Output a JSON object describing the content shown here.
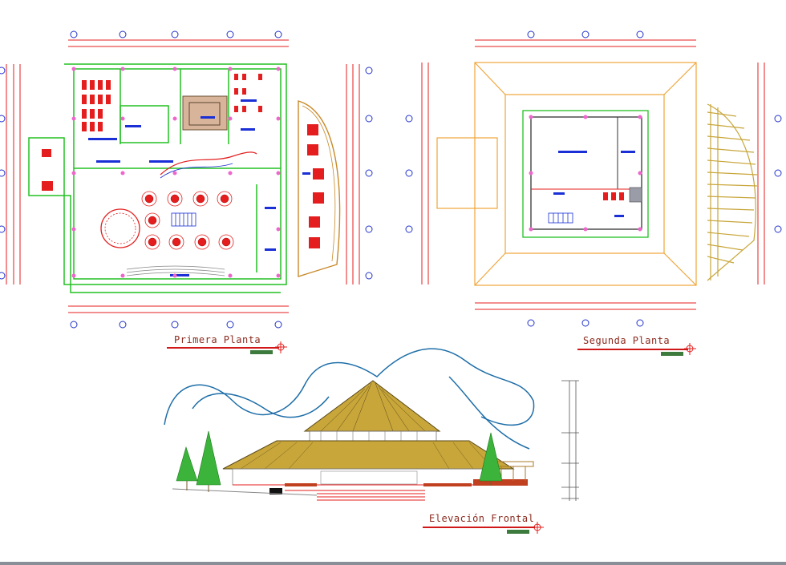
{
  "titles": {
    "first_floor": "Primera Planta",
    "second_floor": "Segunda Planta",
    "front_elevation": "Elevación Frontal"
  },
  "colors": {
    "background": "#ffffff",
    "wall_green": "#22c022",
    "dimension_red": "#e41e1e",
    "furniture_blue": "#1a2fd6",
    "roof_orange": "#f0a53a",
    "thatch": "#c8a63a",
    "tree_green": "#3cb43c",
    "sky_line": "#1e6ea8",
    "title_text": "#8b2a1e",
    "title_bar": "#3d7a3d"
  }
}
